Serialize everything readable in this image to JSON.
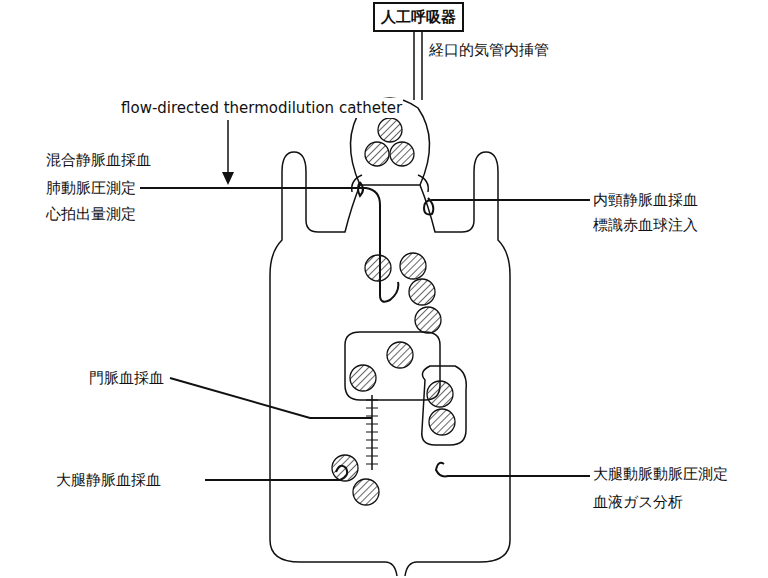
{
  "diagram": {
    "nodes": [
      {
        "text": [
          "人工呼吸器"
        ]
      }
    ],
    "labels": [
      "経口的気管内挿管",
      "flow-directed thermodilution catheter",
      "混合静脈血採血",
      "肺動脈圧測定",
      "心拍出量測定",
      "内頸静脈血採血",
      "標識赤血球注入",
      "門脈血採血",
      "大腿静脈血採血",
      "大腿動脈動脈圧測定",
      "血液ガス分析"
    ]
  }
}
